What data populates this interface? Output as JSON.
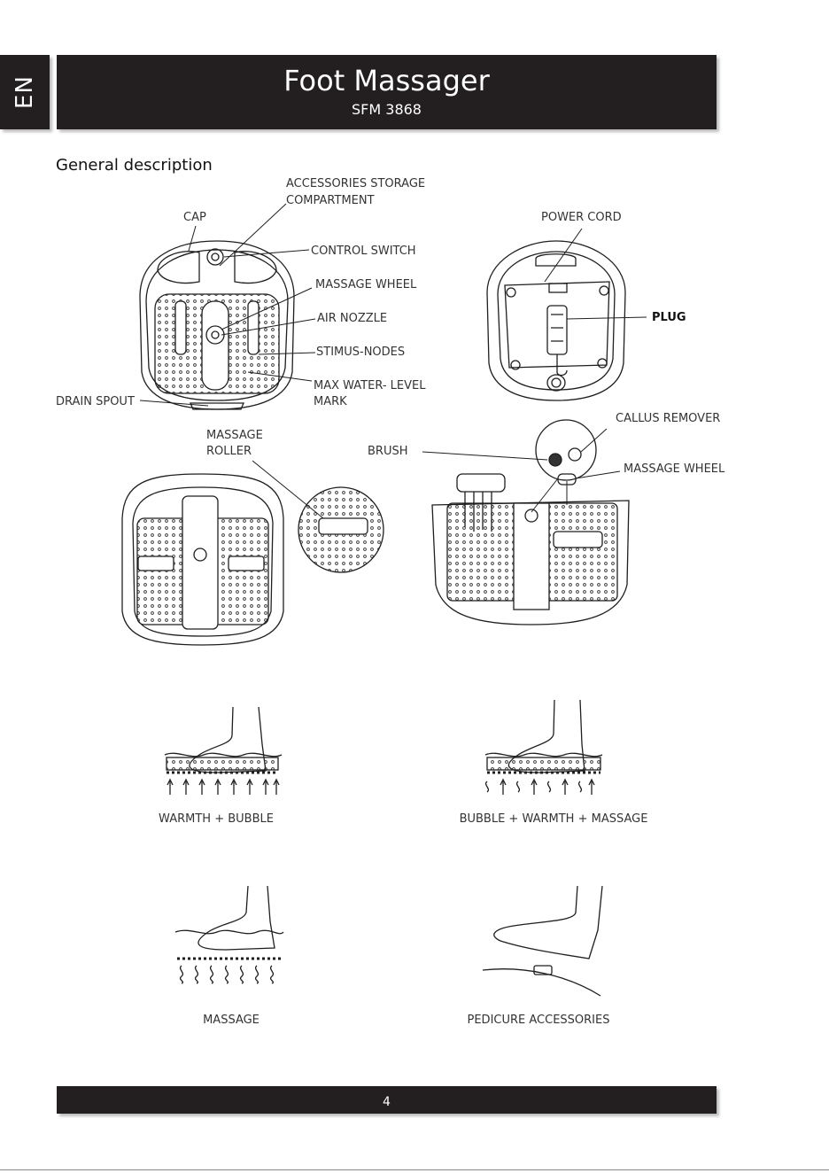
{
  "header": {
    "language_tab": "EN",
    "title": "Foot Massager",
    "model": "SFM 3868"
  },
  "section_title": "General description",
  "labels": {
    "accessories_storage_line1": "ACCESSORIES   STORAGE",
    "accessories_storage_line2": "COMPARTMENT",
    "cap": "CAP",
    "control_switch": "CONTROL SWITCH",
    "massage_wheel": "MASSAGE WHEEL",
    "air_nozzle": "AIR NOZZLE",
    "stimus_nodes": "STIMUS-NODES",
    "max_water_line1": "MAX WATER- LEVEL",
    "max_water_line2": "MARK",
    "drain_spout": "DRAIN SPOUT",
    "power_cord": "POWER CORD",
    "plug": "PLUG",
    "callus_remover": "CALLUS REMOVER",
    "massage_roller_line1": "MASSAGE",
    "massage_roller_line2": "ROLLER",
    "brush": "BRUSH",
    "massage_wheel_2": "MASSAGE WHEEL"
  },
  "modes": {
    "warmth_bubble": "WARMTH + BUBBLE",
    "bubble_warmth_massage": "BUBBLE + WARMTH + MASSAGE",
    "massage": "MASSAGE",
    "pedicure_accessories": "PEDICURE ACCESSORIES"
  },
  "footer": {
    "page_number": "4"
  }
}
